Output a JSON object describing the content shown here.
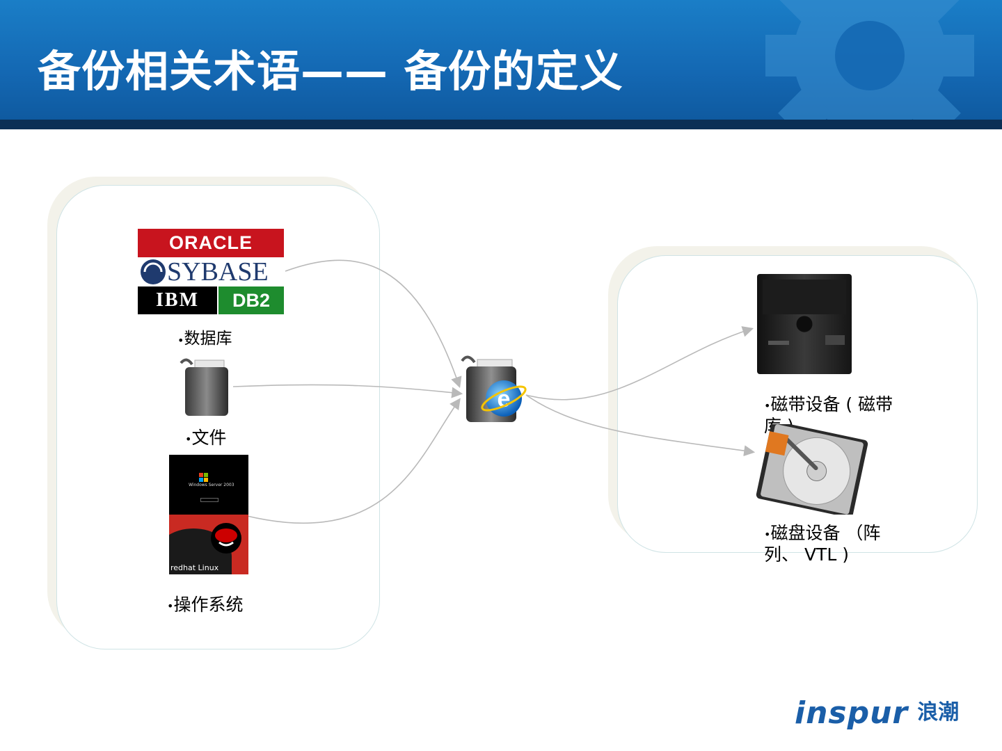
{
  "slide": {
    "title": "备份相关术语—— 备份的定义",
    "colors": {
      "banner": "#1468b3",
      "banner_bar": "#0b2f55",
      "connector": "#b9b9b9"
    }
  },
  "sources": {
    "database": {
      "label": "数据库",
      "logos": {
        "oracle": "ORACLE",
        "sybase": "SYBASE",
        "ibm": "IBM",
        "db2": "DB2"
      }
    },
    "file": {
      "label": "文件"
    },
    "os": {
      "label": "操作系统",
      "windows_text": "Windows Server 2003",
      "redhat_text": "redhat Linux"
    }
  },
  "targets": {
    "tape": {
      "label": "磁带设备 ( 磁带库 )"
    },
    "disk": {
      "label": "磁盘设备 （阵列、 VTL )"
    }
  },
  "footer": {
    "brand": "inspur",
    "brand_cn": "浪潮"
  }
}
